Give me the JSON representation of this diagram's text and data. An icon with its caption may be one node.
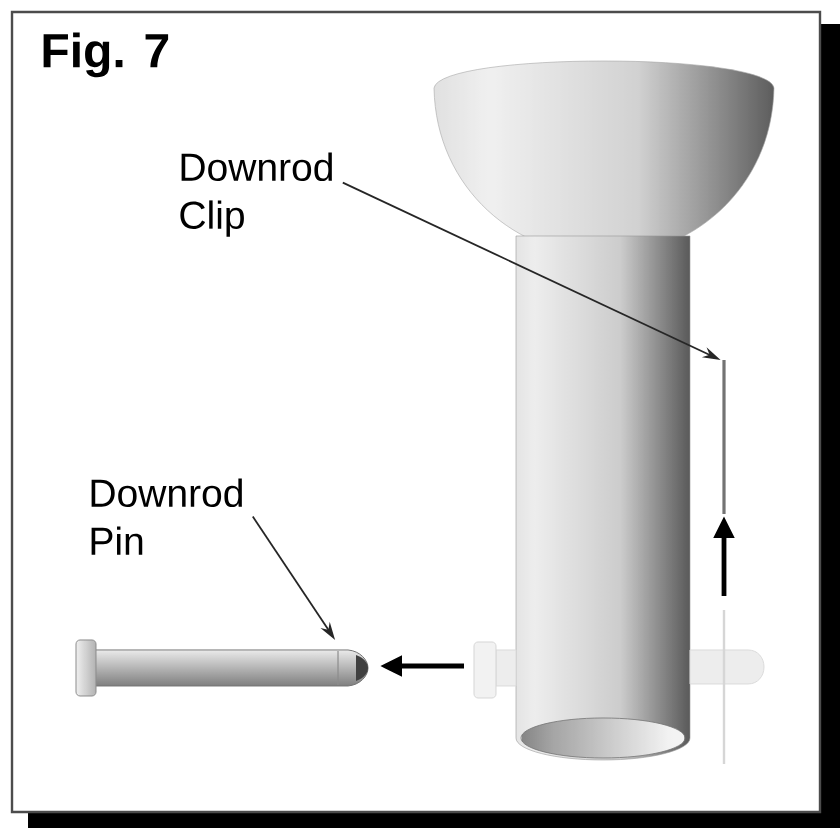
{
  "diagram": {
    "title": "Fig. 7",
    "nodes": [
      {
        "text": [
          "Downrod Clip"
        ]
      },
      {
        "text": [],
        "shape": "picture"
      },
      {
        "text": [
          "Downrod Pin"
        ]
      },
      {
        "text": [],
        "shape": "picture"
      }
    ],
    "edges": [
      {
        "from": 0,
        "to": 1,
        "arrow": "to"
      },
      {
        "from": 2,
        "to": 3,
        "arrow": "to"
      }
    ]
  }
}
